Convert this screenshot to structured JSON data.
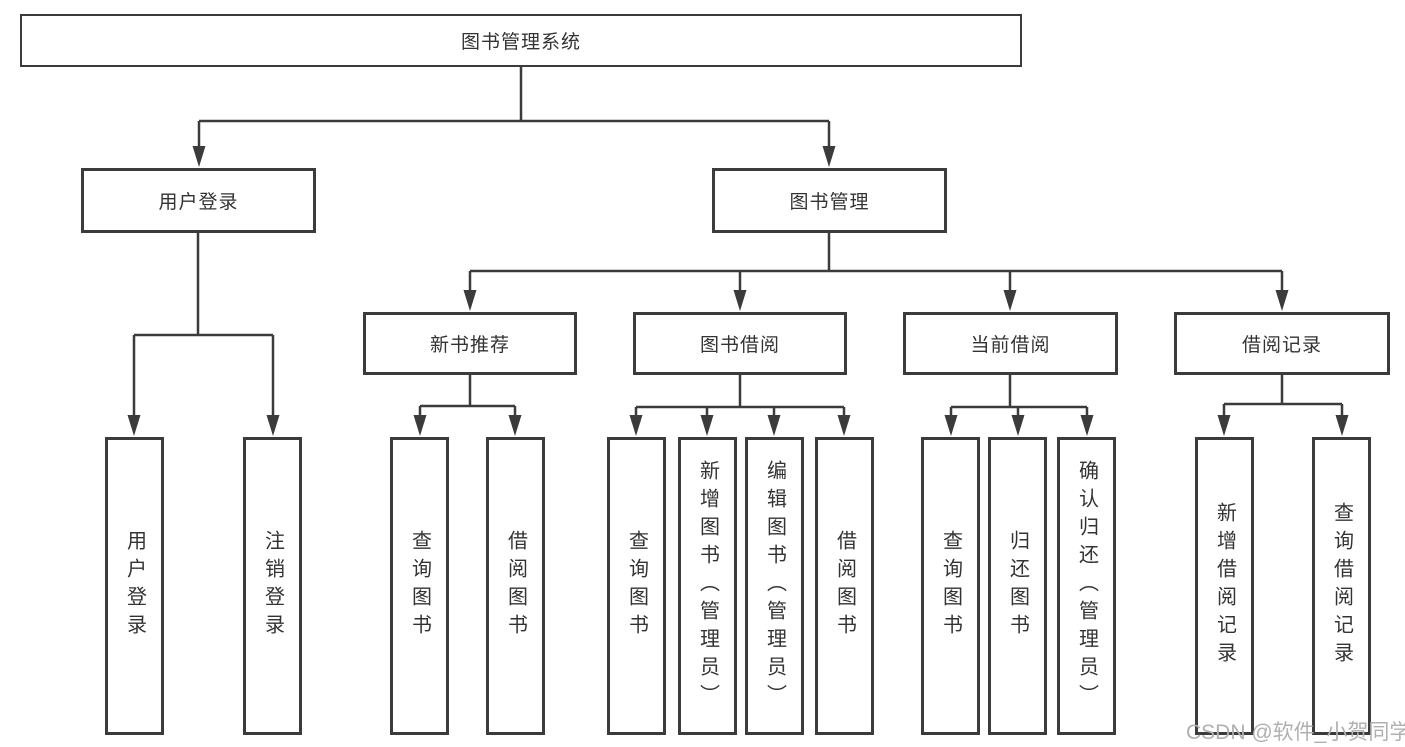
{
  "diagram": {
    "root": {
      "label": "图书管理系统"
    },
    "level2": [
      {
        "label": "用户登录"
      },
      {
        "label": "图书管理"
      }
    ],
    "level3": [
      {
        "label": "新书推荐"
      },
      {
        "label": "图书借阅"
      },
      {
        "label": "当前借阅"
      },
      {
        "label": "借阅记录"
      }
    ],
    "leaves": [
      {
        "label": "用户登录"
      },
      {
        "label": "注销登录"
      },
      {
        "label": "查询图书"
      },
      {
        "label": "借阅图书"
      },
      {
        "label": "查询图书"
      },
      {
        "label": "新增图书（管理员）"
      },
      {
        "label": "编辑图书（管理员）"
      },
      {
        "label": "借阅图书"
      },
      {
        "label": "查询图书"
      },
      {
        "label": "归还图书"
      },
      {
        "label": "确认归还（管理员）"
      },
      {
        "label": "新增借阅记录"
      },
      {
        "label": "查询借阅记录"
      }
    ],
    "watermark": "CSDN @软件_小贺同学",
    "colors": {
      "line": "#3b3b3b",
      "text": "#333333",
      "watermark": "#b0b0b0",
      "background": "#ffffff"
    }
  }
}
